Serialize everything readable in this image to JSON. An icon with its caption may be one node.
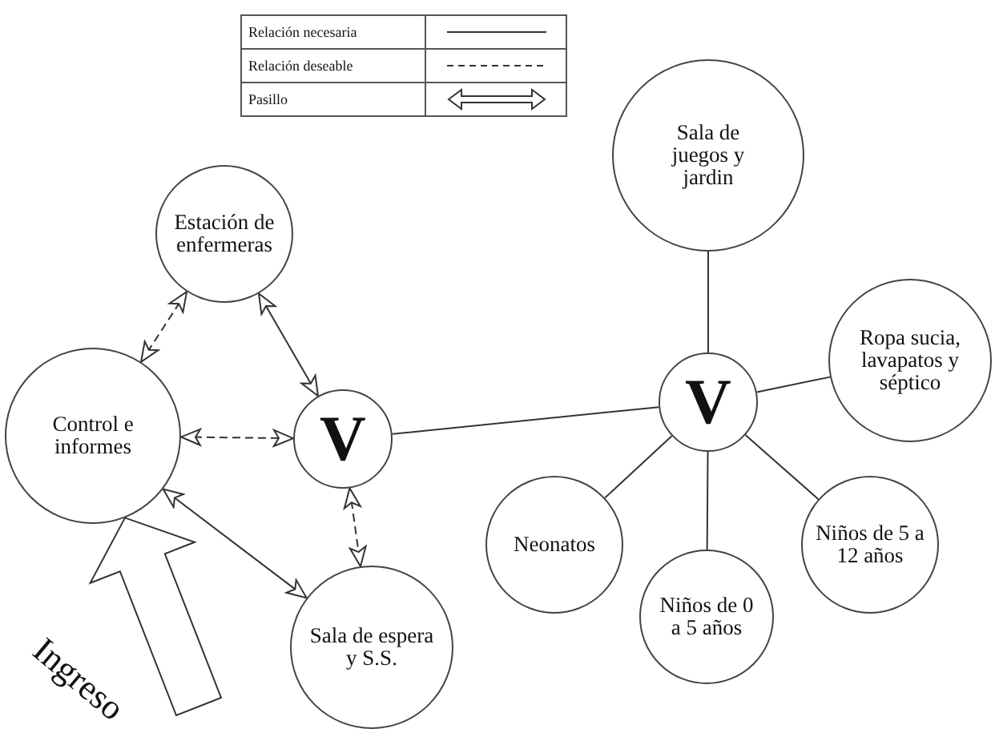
{
  "diagram": {
    "nodes": [
      {
        "text": [
          "Estación de enfermeras"
        ]
      },
      {
        "text": [
          "Control e informes"
        ]
      },
      {
        "text": [
          "V"
        ]
      },
      {
        "text": [
          "Sala de espera y S.S."
        ]
      },
      {
        "text": [
          "Sala de juegos y jardin"
        ]
      },
      {
        "text": [
          "V"
        ]
      },
      {
        "text": [
          "Ropa sucia, lavapatos y séptico"
        ]
      },
      {
        "text": [
          "Neonatos"
        ]
      },
      {
        "text": [
          "Niños de 0 a 5 años"
        ]
      },
      {
        "text": [
          "Niños de 5 a 12 años"
        ]
      }
    ],
    "edges": [
      {
        "from": 0,
        "to": 1,
        "arrow": "both",
        "style": "dashed"
      },
      {
        "from": 0,
        "to": 2,
        "arrow": "both"
      },
      {
        "from": 1,
        "to": 2,
        "arrow": "both",
        "style": "dashed"
      },
      {
        "from": 1,
        "to": 3,
        "arrow": "both"
      },
      {
        "from": 2,
        "to": 3,
        "arrow": "both",
        "style": "dashed"
      },
      {
        "from": 2,
        "to": 5,
        "arrow": "none"
      },
      {
        "from": 5,
        "to": 4,
        "arrow": "none"
      },
      {
        "from": 5,
        "to": 6,
        "arrow": "none"
      },
      {
        "from": 5,
        "to": 7,
        "arrow": "none"
      },
      {
        "from": 5,
        "to": 8,
        "arrow": "none"
      },
      {
        "from": 5,
        "to": 9,
        "arrow": "none"
      },
      {
        "from": null,
        "to": 1,
        "arrow": "to",
        "style": "thick",
        "label": "Ingreso"
      }
    ],
    "legend": [
      {
        "text": "Relación necesaria"
      },
      {
        "text": "Relación deseable"
      },
      {
        "text": "Pasillo"
      }
    ]
  }
}
